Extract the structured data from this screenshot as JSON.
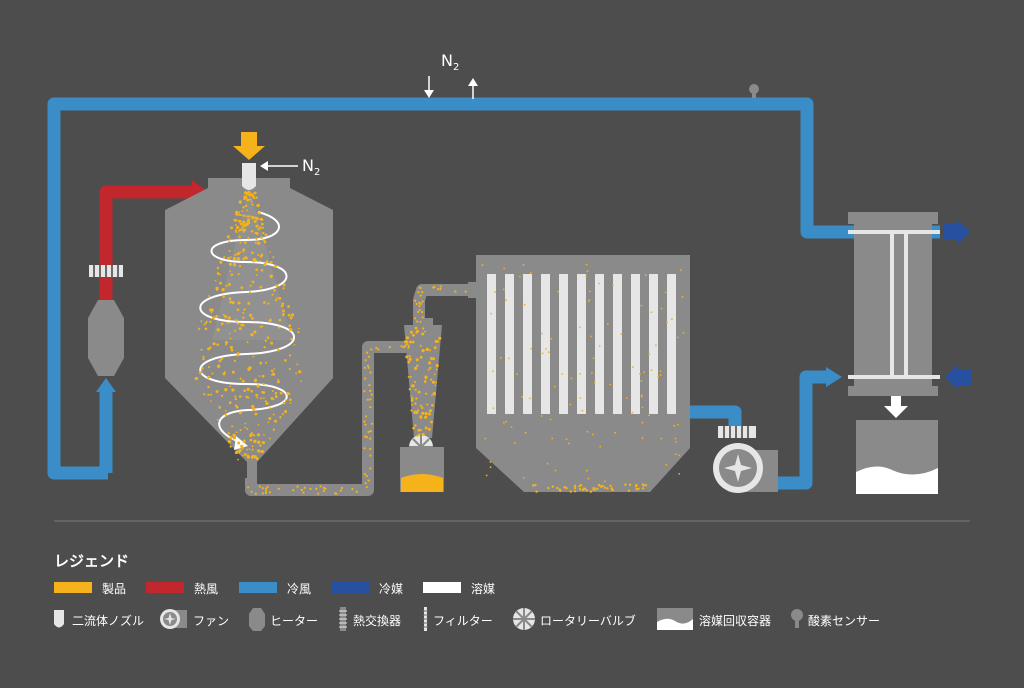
{
  "labels": {
    "n2_top": "N",
    "n2_top_sub": "2",
    "n2_nozzle": "N",
    "n2_nozzle_sub": "2"
  },
  "legend": {
    "title": "レジェンド",
    "colors": [
      {
        "name": "product",
        "label": "製品",
        "color": "#f5b21b"
      },
      {
        "name": "hot-air",
        "label": "熱風",
        "color": "#c1272d"
      },
      {
        "name": "cool-air",
        "label": "冷風",
        "color": "#3b8dc8"
      },
      {
        "name": "refrigerant",
        "label": "冷媒",
        "color": "#2850a0"
      },
      {
        "name": "solvent",
        "label": "溶媒",
        "color": "#ffffff"
      }
    ],
    "symbols": [
      {
        "name": "two-fluid-nozzle",
        "label": "二流体ノズル"
      },
      {
        "name": "fan",
        "label": "ファン"
      },
      {
        "name": "heater",
        "label": "ヒーター"
      },
      {
        "name": "heat-exchanger",
        "label": "熱交換器"
      },
      {
        "name": "filter",
        "label": "フィルター"
      },
      {
        "name": "rotary-valve",
        "label": "ロータリーバルブ"
      },
      {
        "name": "solvent-recovery-vessel",
        "label": "溶媒回収容器"
      },
      {
        "name": "oxygen-sensor",
        "label": "酸素センサー"
      }
    ]
  },
  "colors": {
    "background": "#4d4d4d",
    "equipment": "#8a8a8a",
    "product": "#f5b21b",
    "hot_air": "#c1272d",
    "cool_air": "#3b8dc8",
    "refrigerant": "#2850a0",
    "solvent": "#ffffff"
  }
}
